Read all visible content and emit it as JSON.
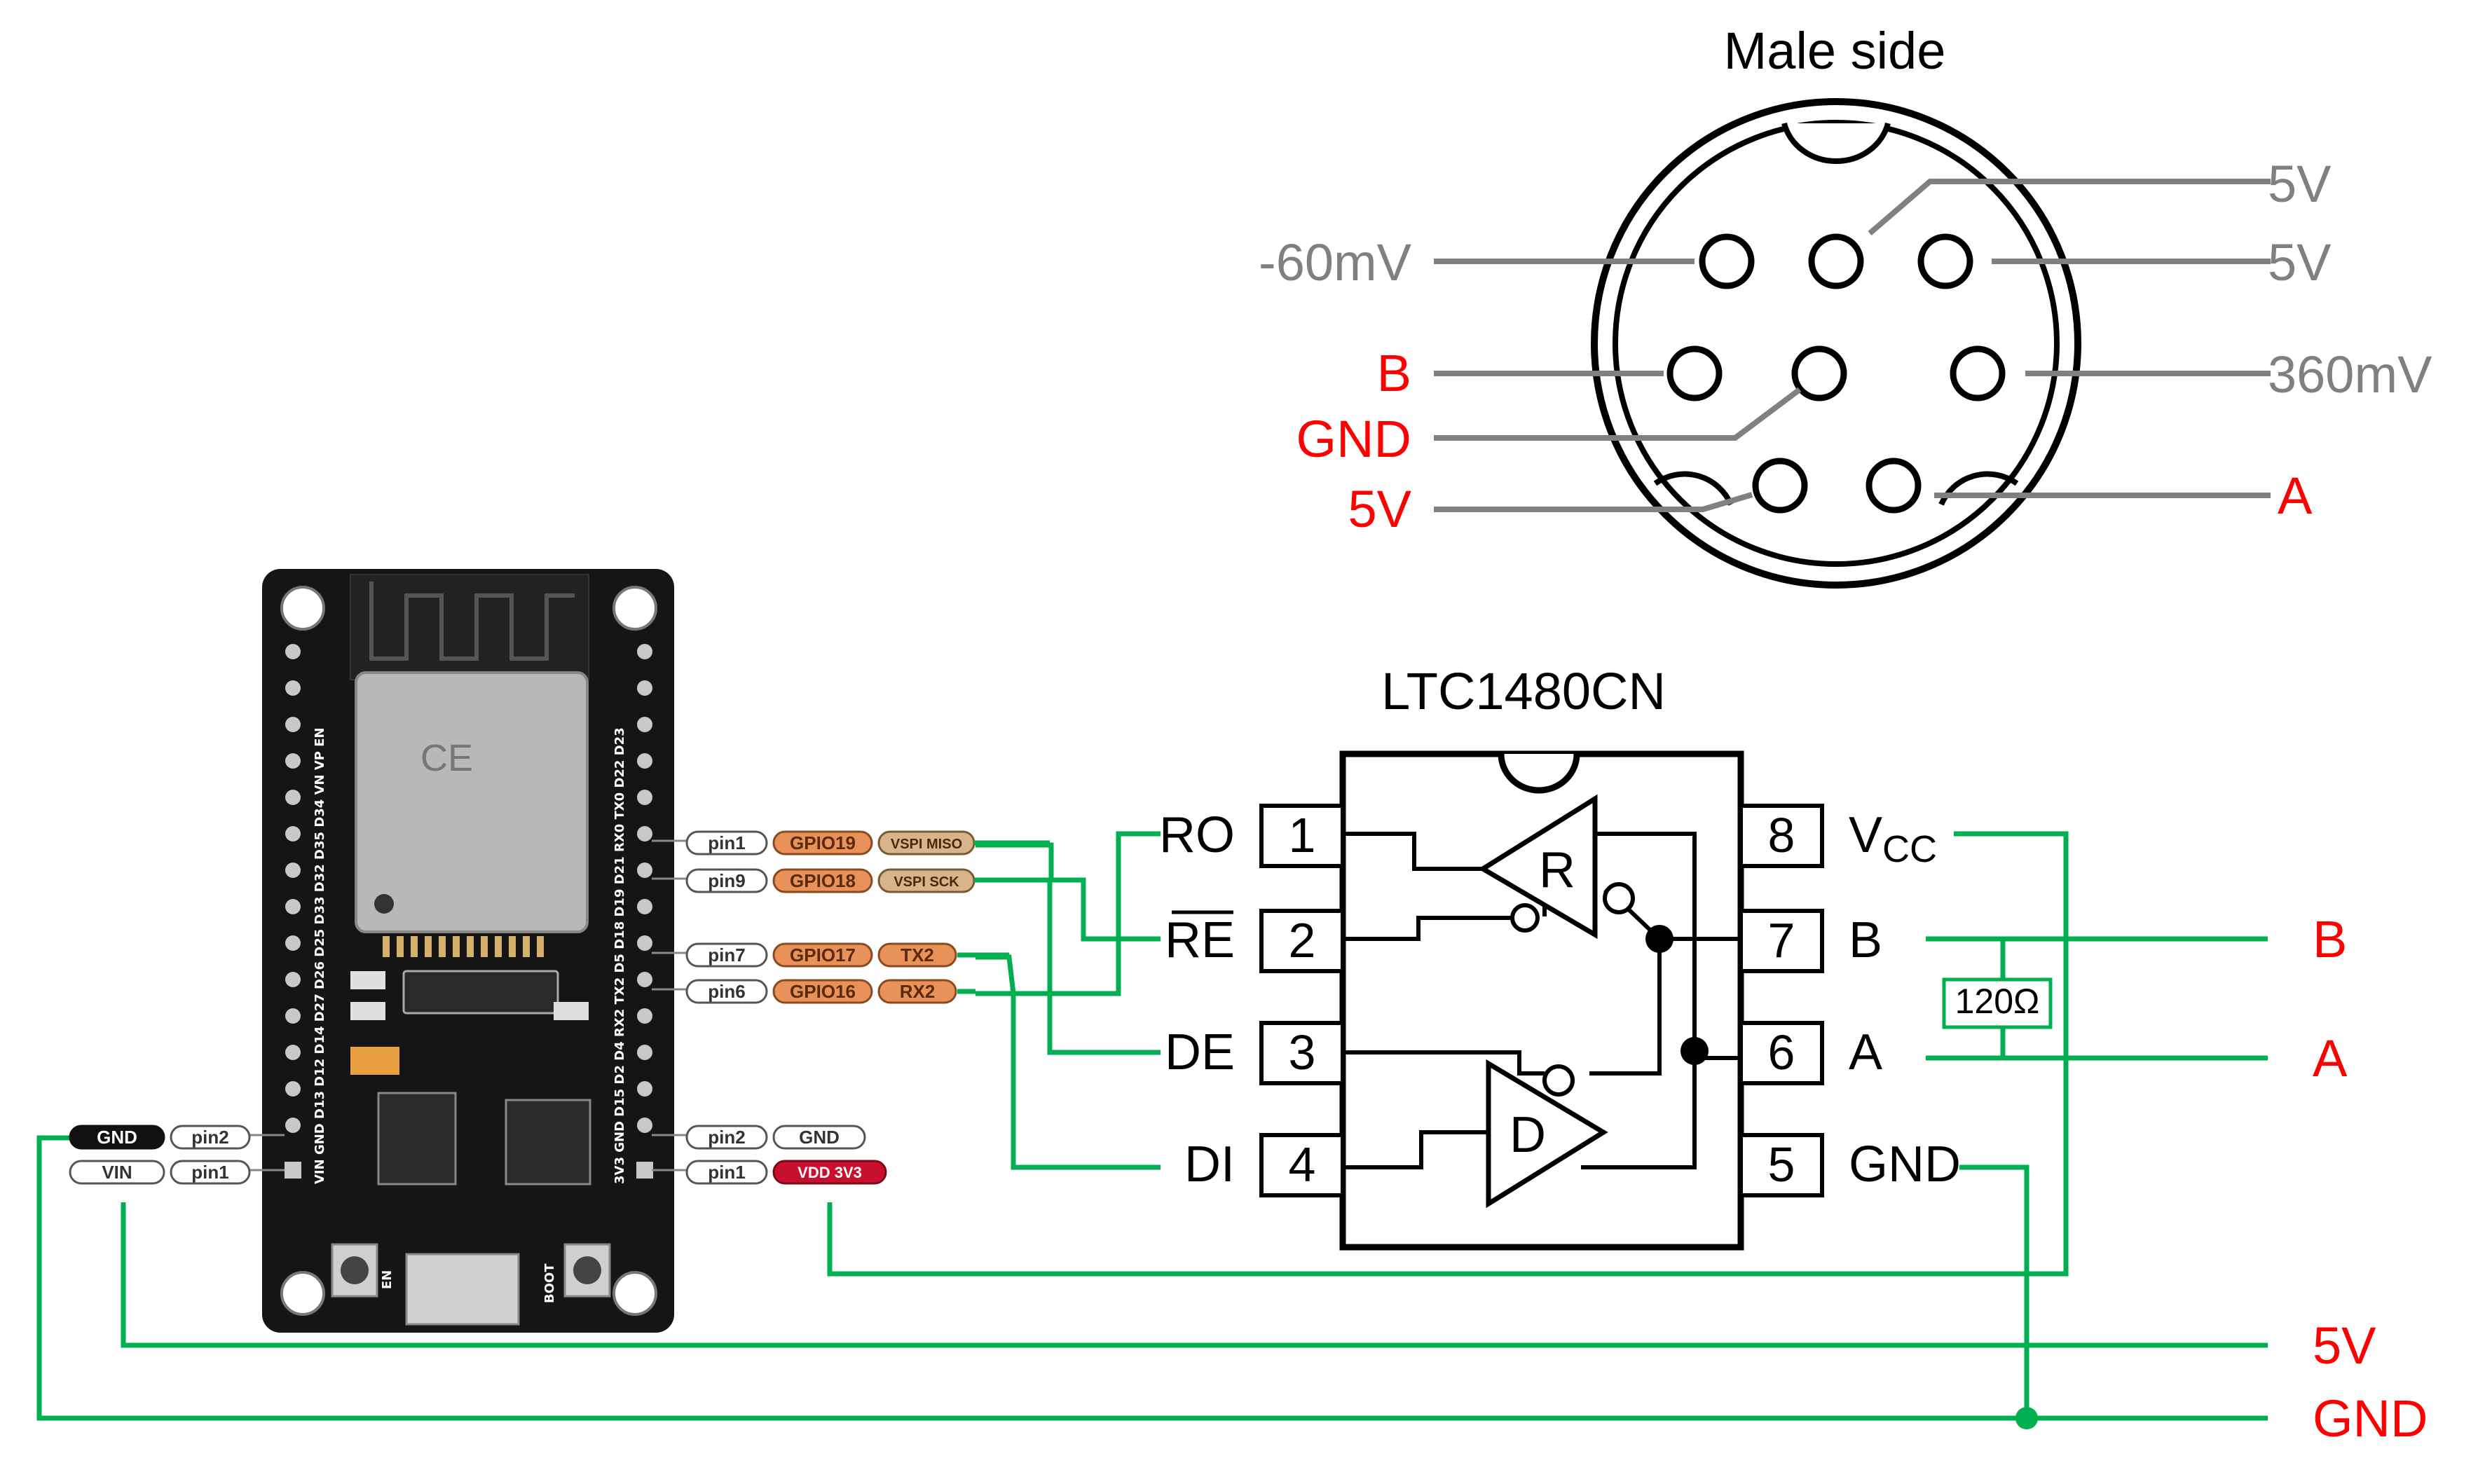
{
  "connector": {
    "title": "Male side",
    "pins_left": [
      {
        "label": "-60mV",
        "color": "#808080"
      },
      {
        "label": "B",
        "color": "#ff0000"
      },
      {
        "label": "GND",
        "color": "#ff0000"
      },
      {
        "label": "5V",
        "color": "#ff0000"
      }
    ],
    "pins_right": [
      {
        "label": "5V",
        "color": "#808080"
      },
      {
        "label": "5V",
        "color": "#808080"
      },
      {
        "label": "360mV",
        "color": "#808080"
      },
      {
        "label": "A",
        "color": "#ff0000"
      }
    ]
  },
  "ic": {
    "title": "LTC1480CN",
    "left_pins": [
      {
        "name": "RO",
        "num": "1"
      },
      {
        "name": "RE",
        "num": "2"
      },
      {
        "name": "DE",
        "num": "3"
      },
      {
        "name": "DI",
        "num": "4"
      }
    ],
    "right_pins": [
      {
        "name": "V",
        "sub": "CC",
        "num": "8"
      },
      {
        "name": "B",
        "num": "7"
      },
      {
        "name": "A",
        "num": "6"
      },
      {
        "name": "GND",
        "num": "5"
      }
    ],
    "receiver_label": "R",
    "driver_label": "D",
    "resistor": "120Ω"
  },
  "board": {
    "right_header": [
      {
        "pin": "pin1",
        "gpio": "GPIO19",
        "func": "VSPI MISO"
      },
      {
        "pin": "pin9",
        "gpio": "GPIO18",
        "func": "VSPI SCK"
      },
      {
        "pin": "pin7",
        "gpio": "GPIO17",
        "func": "TX2"
      },
      {
        "pin": "pin6",
        "gpio": "GPIO16",
        "func": "RX2"
      }
    ],
    "power_right": [
      {
        "pin": "pin2",
        "func": "GND"
      },
      {
        "pin": "pin1",
        "func": "VDD 3V3"
      }
    ],
    "power_left": [
      {
        "pin": "pin2",
        "func": "GND"
      },
      {
        "pin": "pin1",
        "func": "VIN"
      }
    ],
    "silk_left": "VIN GND D13 D12 D14 D27 D26 D25 D33 D32 D35 D34 VN VP EN",
    "silk_right": "3V3 GND D15 D2 D4 RX2 TX2 D5 D18 D19 D21 RX0 TX0 D22 D23",
    "button_en": "EN",
    "button_boot": "BOOT"
  },
  "rails": {
    "v5": "5V",
    "gnd": "GND"
  },
  "colors": {
    "wire_green": "#00b050",
    "wire_gray": "#808080",
    "label_red": "#ff0000",
    "label_gray": "#808080",
    "gpio_orange": "#e8925a",
    "func_tan": "#d9b38c",
    "vdd_red": "#c8102e"
  }
}
